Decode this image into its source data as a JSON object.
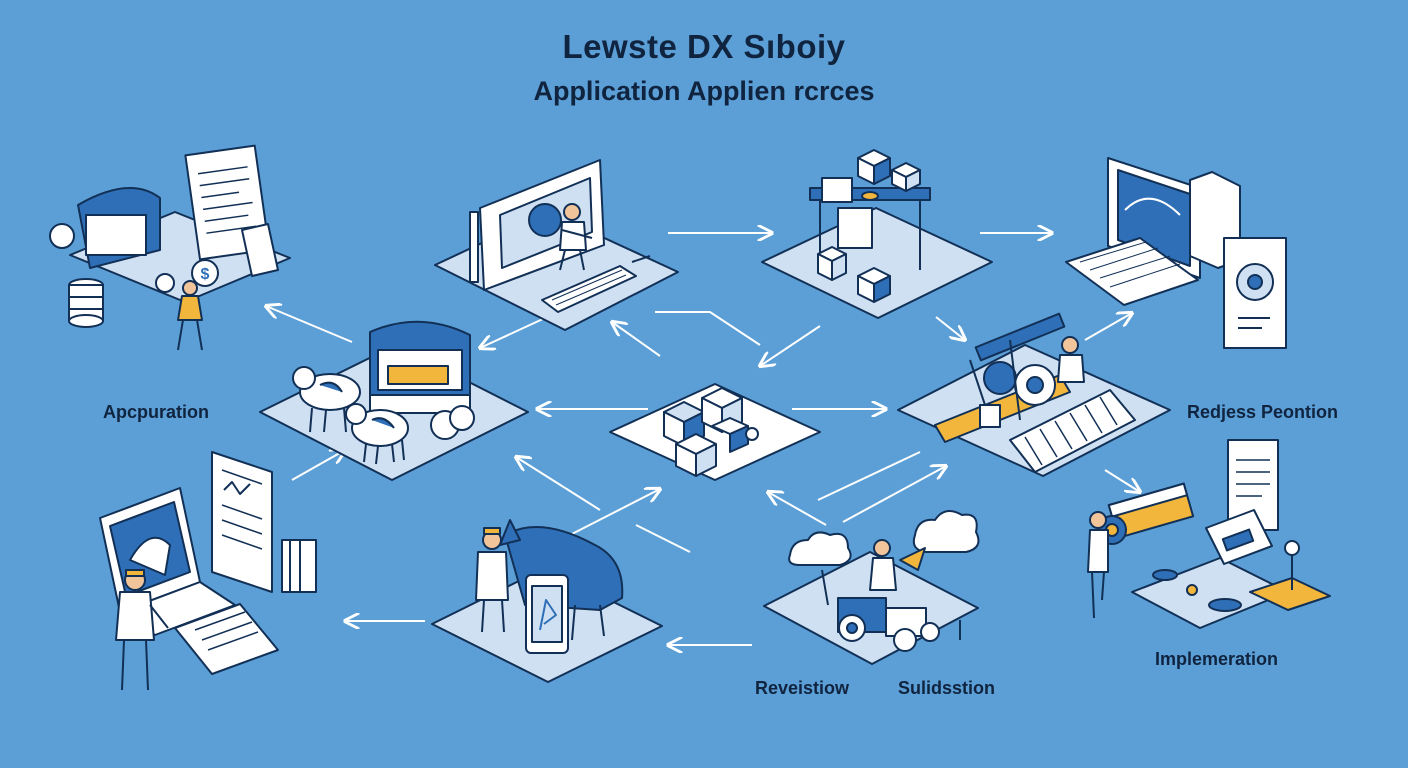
{
  "header": {
    "title": "Lewste DX Sıboiy",
    "subtitle": "Application Applien rcrces"
  },
  "labels": {
    "left": "Apcpuration",
    "right": "Redjess Peontion",
    "bottom_right": "Implemeration",
    "bottom_mid_left": "Reveistiow",
    "bottom_mid_right": "Sulidsstion"
  },
  "colors": {
    "background": "#5b9fd6",
    "tile": "#cfe0f3",
    "tile_edge": "#3b78b8",
    "line": "#123056",
    "accent": "#f2b63c",
    "primary": "#2f6fb7",
    "white": "#ffffff"
  },
  "nodes": [
    {
      "id": "document-station",
      "icon": "document-payment-icon"
    },
    {
      "id": "computer-workstation",
      "icon": "workstation-icon"
    },
    {
      "id": "modular-boxes",
      "icon": "boxes-icon"
    },
    {
      "id": "desktop-monitor",
      "icon": "monitor-icon"
    },
    {
      "id": "livestock-cart",
      "icon": "cow-cart-icon"
    },
    {
      "id": "central-hub",
      "icon": "hub-boxes-icon"
    },
    {
      "id": "machinery",
      "icon": "machinery-icon"
    },
    {
      "id": "laptop-documents",
      "icon": "laptop-docs-icon"
    },
    {
      "id": "cow-mobile",
      "icon": "cow-phone-icon"
    },
    {
      "id": "vehicle-clouds",
      "icon": "tractor-clouds-icon"
    },
    {
      "id": "industrial-roller",
      "icon": "roller-icon"
    }
  ]
}
